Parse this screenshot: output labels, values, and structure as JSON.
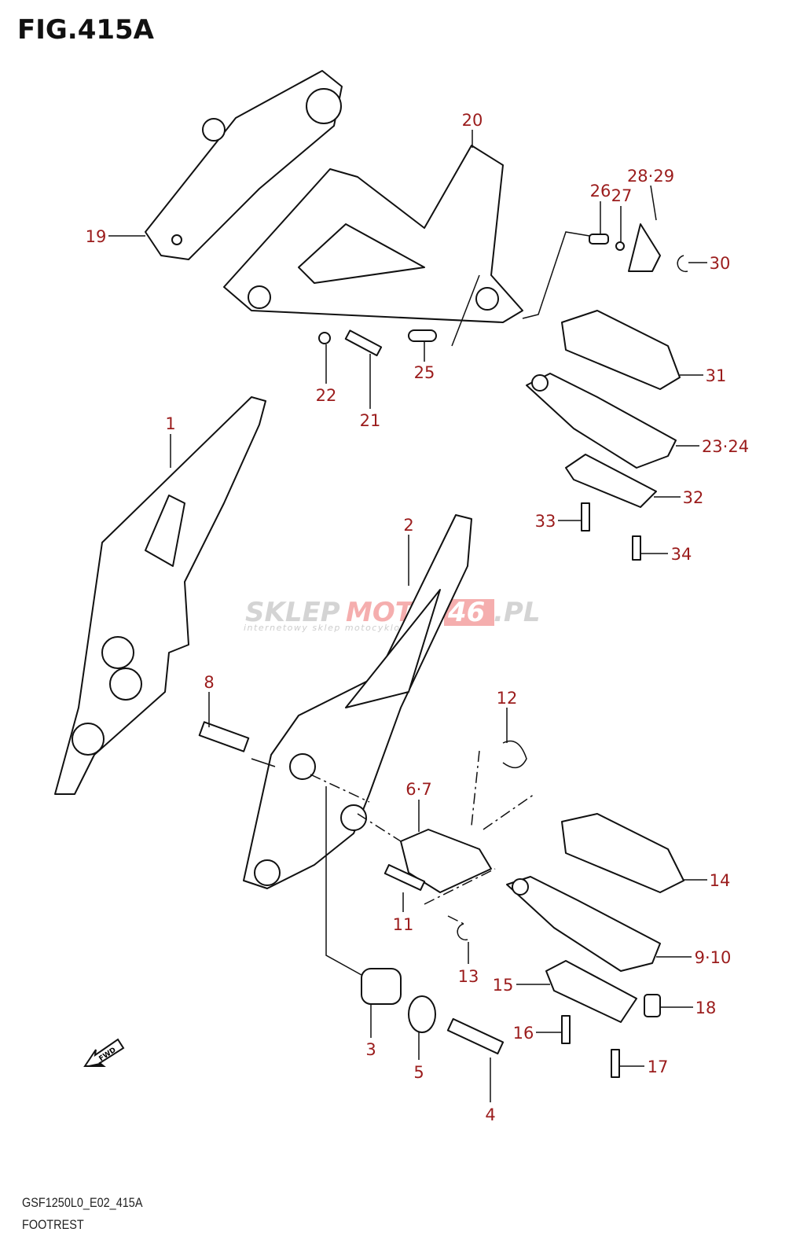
{
  "figure": {
    "title": "FIG.415A",
    "code": "GSF1250L0_E02_415A",
    "caption": "FOOTREST"
  },
  "watermark": {
    "part1": "SKLEP",
    "part2": "MOTO",
    "part3": "46",
    "part4": ".PL",
    "tagline": "internetowy sklep motocyklowy"
  },
  "fwd_label": "FWD",
  "callouts": [
    "19",
    "20",
    "26",
    "27",
    "28·29",
    "30",
    "31",
    "23·24",
    "32",
    "33",
    "34",
    "22",
    "21",
    "25",
    "1",
    "2",
    "8",
    "12",
    "6·7",
    "11",
    "13",
    "14",
    "9·10",
    "15",
    "18",
    "16",
    "17",
    "3",
    "5",
    "4"
  ],
  "colors": {
    "callout": "#9b1c1c",
    "line": "#111111",
    "watermark_gray": "#d0d0d0",
    "watermark_red": "#f4a6a6"
  }
}
